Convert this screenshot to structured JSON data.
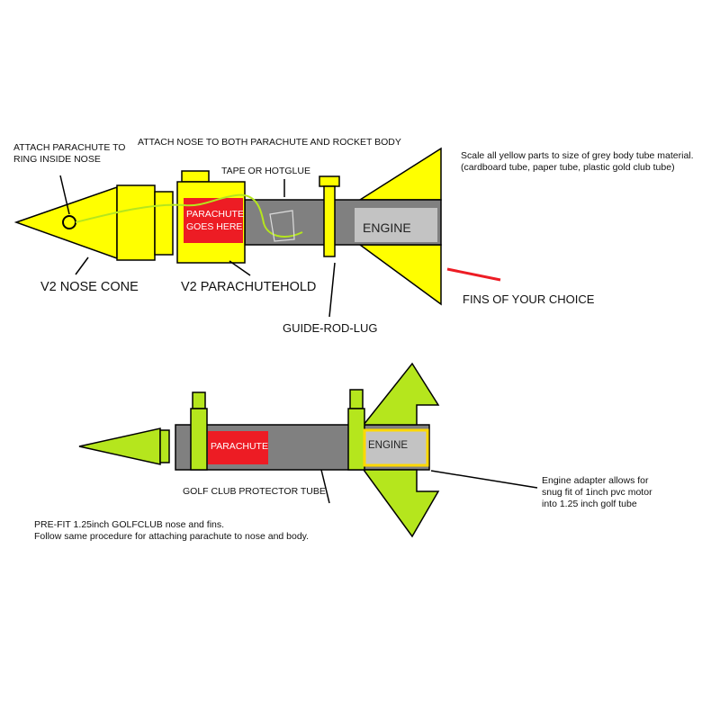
{
  "colors": {
    "body_tube": "#808080",
    "yellow_part": "#ffff00",
    "lime_part": "#b5e61d",
    "parachute": "#ed1c24",
    "engine": "#c3c3c3",
    "string": "#b5e61d",
    "outline": "#000000",
    "engine_adapter_border": "#ffd800"
  },
  "top_diagram": {
    "attach_ring_label": [
      "ATTACH PARACHUTE TO",
      "RING INSIDE NOSE"
    ],
    "attach_nose_label": "ATTACH NOSE TO BOTH PARACHUTE AND ROCKET BODY",
    "tape_label": "TAPE OR HOTGLUE",
    "scale_note": [
      "Scale all yellow parts to size of grey body tube material.",
      "(cardboard tube, paper tube, plastic gold club tube)"
    ],
    "parachute_text": [
      "PARACHUTE",
      "GOES HERE"
    ],
    "engine_text": "ENGINE",
    "nose_cone_label": "V2 NOSE CONE",
    "parachute_hold_label": "V2 PARACHUTEHOLD",
    "guide_rod_label": "GUIDE-ROD-LUG",
    "fins_label": "FINS OF YOUR CHOICE"
  },
  "bottom_diagram": {
    "parachute_text": "PARACHUTE",
    "engine_text": "ENGINE",
    "tube_label": "GOLF CLUB PROTECTOR TUBE",
    "adapter_note": [
      "Engine adapter allows for",
      "snug fit of 1inch pvc motor",
      "into 1.25 inch golf tube"
    ],
    "prefit_note": [
      "PRE-FIT 1.25inch GOLFCLUB nose and fins.",
      "Follow same procedure for attaching parachute to nose and body."
    ]
  }
}
